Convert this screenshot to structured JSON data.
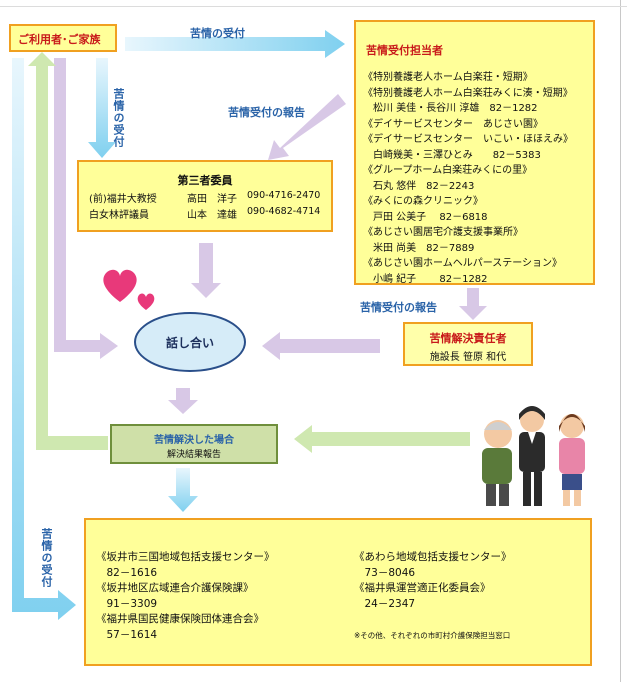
{
  "boxes": {
    "user": "ご利用者･ご家族",
    "staff": {
      "title": "苦情受付担当者",
      "lines": [
        "《特別養護老人ホーム白楽荘・短期》",
        "《特別養護老人ホーム白楽荘みくに湊・短期》",
        "　松川 美佳・長谷川 淳雄　82－1282",
        "《デイサービスセンター　あじさい園》",
        "《デイサービスセンター　いこい・ほほえみ》",
        "　白崎幾美・三澤ひとみ　　82－5383",
        "《グループホーム白楽荘みくにの里》",
        "　石丸 悠伴　82－2243",
        "《みくにの森クリニック》",
        "　戸田 公美子　 82－6818",
        "《あじさい園居宅介護支援事業所》",
        "　米田 尚美　82－7889",
        "《あじさい園ホームヘルパーステーション》",
        "　小嶋 紀子　　 82－1282"
      ]
    },
    "committee": {
      "title": "第三者委員",
      "rows": [
        {
          "role": "(前)福井大教授",
          "name": "高田　洋子",
          "tel": "090-4716-2470"
        },
        {
          "role": "白女林評議員",
          "name": "山本　達雄",
          "tel": "090-4682-4714"
        }
      ]
    },
    "discussion": "話し合い",
    "resolver": {
      "title": "苦情解決責任者",
      "name": "施設長 笹原 和代"
    },
    "resolved": {
      "title": "苦情解決した場合",
      "sub": "解決結果報告"
    },
    "external": {
      "left": [
        "《坂井市三国地域包括支援センター》",
        "　82－1616",
        "《坂井地区広域連合介護保険課》",
        "　91－3309",
        "《福井県国民健康保険団体連合会》",
        "　57－1614"
      ],
      "right": [
        "《あわら地域包括支援センター》",
        "　73－8046",
        "《福井県運営適正化委員会》",
        "　24－2347"
      ],
      "note": "※その他、それぞれの市町村介護保険担当窓口"
    }
  },
  "labels": {
    "receive_top": "苦情の受付",
    "report_1": "苦情受付の報告",
    "report_2": "苦情受付の報告",
    "receive_mid": "苦情の受付",
    "receive_left": "苦情の受付"
  },
  "colors": {
    "box_fill": "#ffff99",
    "box_border": "#f0a020",
    "green_box": "#cfe0a8",
    "title_red": "#c81a1a",
    "label_blue": "#2a63a8"
  }
}
